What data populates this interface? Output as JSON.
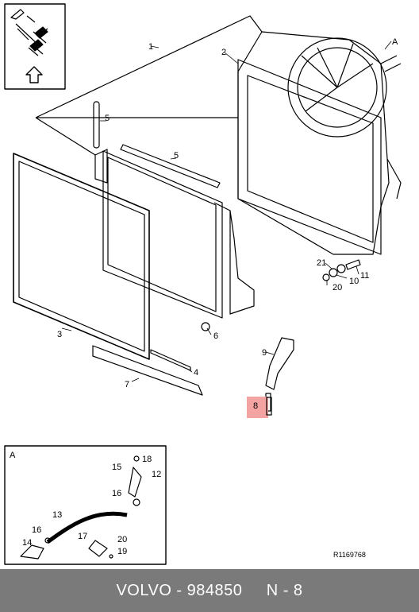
{
  "diagram": {
    "reference_code": "R1169768",
    "highlight_color": "#f4a3a3",
    "parts": {
      "p1": "1",
      "p2": "2",
      "p3": "3",
      "p4": "4",
      "p5a": "5",
      "p5b": "5",
      "p6": "6",
      "p7": "7",
      "p8": "8",
      "p9": "9",
      "p10": "10",
      "p11": "11",
      "p20": "20",
      "p21": "21",
      "pA": "A"
    },
    "detail": {
      "label": "A",
      "parts": {
        "p12": "12",
        "p13": "13",
        "p14": "14",
        "p15": "15",
        "p16a": "16",
        "p16b": "16",
        "p17": "17",
        "p18": "18",
        "p19": "19",
        "p20": "20"
      }
    },
    "icons": [
      "vehicle-orientation-icon",
      "forward-arrow-icon"
    ]
  },
  "footer": {
    "brand": "VOLVO",
    "separator": " - ",
    "part_number": "984850",
    "item_position": "N - 8"
  }
}
